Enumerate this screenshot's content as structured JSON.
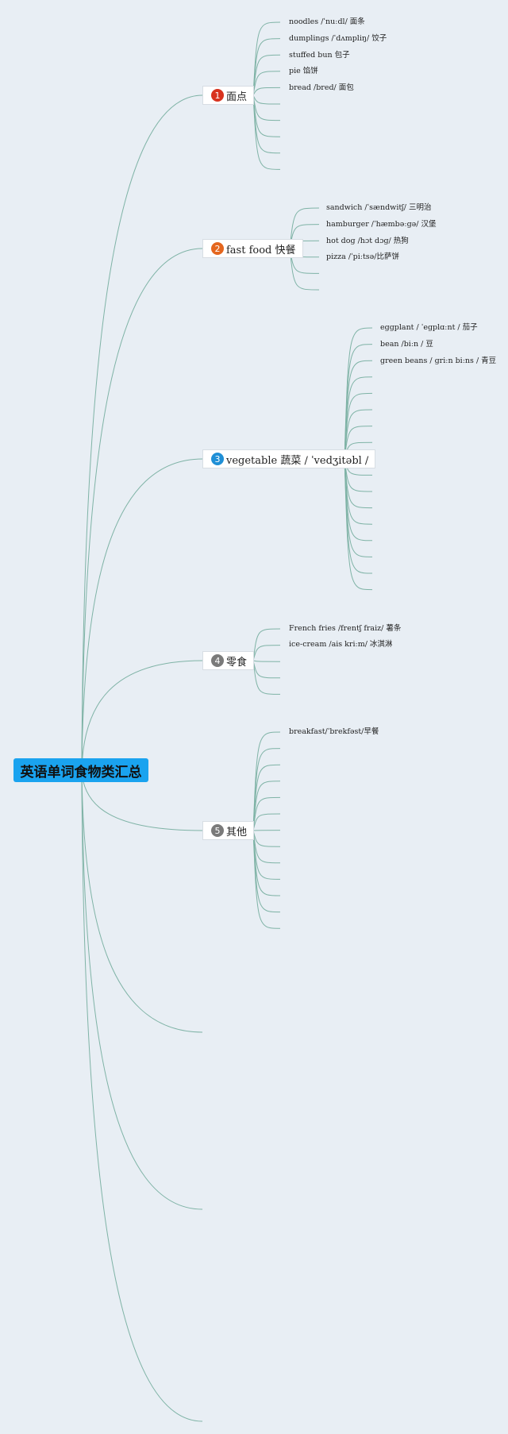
{
  "root": {
    "label": "英语单词食物类汇总"
  },
  "branches": [
    {
      "number": "1",
      "label": "面点",
      "badge_color": "#d8321e",
      "items": [
        "noodles /ˈnuːdl/ 面条",
        "dumplings /ˈdʌmpliŋ/ 饺子",
        "stuffed bun 包子",
        "pie 馅饼",
        "bread /bred/ 面包"
      ]
    },
    {
      "number": "2",
      "label": "fast food 快餐",
      "badge_color": "#e4661e",
      "items": [
        "sandwich /ˈsændwitʃ/ 三明治",
        "hamburger /ˈhæmbəːgə/ 汉堡",
        "hot dog /hɔt dɔg/ 热狗",
        "pizza /ˈpiːtsə/比萨饼"
      ]
    },
    {
      "number": "3",
      "label": "vegetable 蔬菜 / ˈvedʒitəbl /",
      "badge_color": "#1f8fd6",
      "items": [
        "eggplant / ˈegplɑːnt / 茄子",
        "bean /biːn / 豆",
        "green beans / griːn biːns / 青豆"
      ]
    },
    {
      "number": "4",
      "label": "零食",
      "badge_color": "#7a7a7a",
      "items": [
        "French fries /frentʃ fraiz/ 薯条",
        "ice-cream /ais kriːm/ 冰淇淋"
      ]
    },
    {
      "number": "5",
      "label": "其他",
      "badge_color": "#7a7a7a",
      "items": [
        "breakfast/ˈbrekfəst/早餐"
      ]
    }
  ],
  "colors": {
    "root_bg": "#1aa3ef",
    "link": "#7fb3a6",
    "background": "#e8eef4"
  }
}
